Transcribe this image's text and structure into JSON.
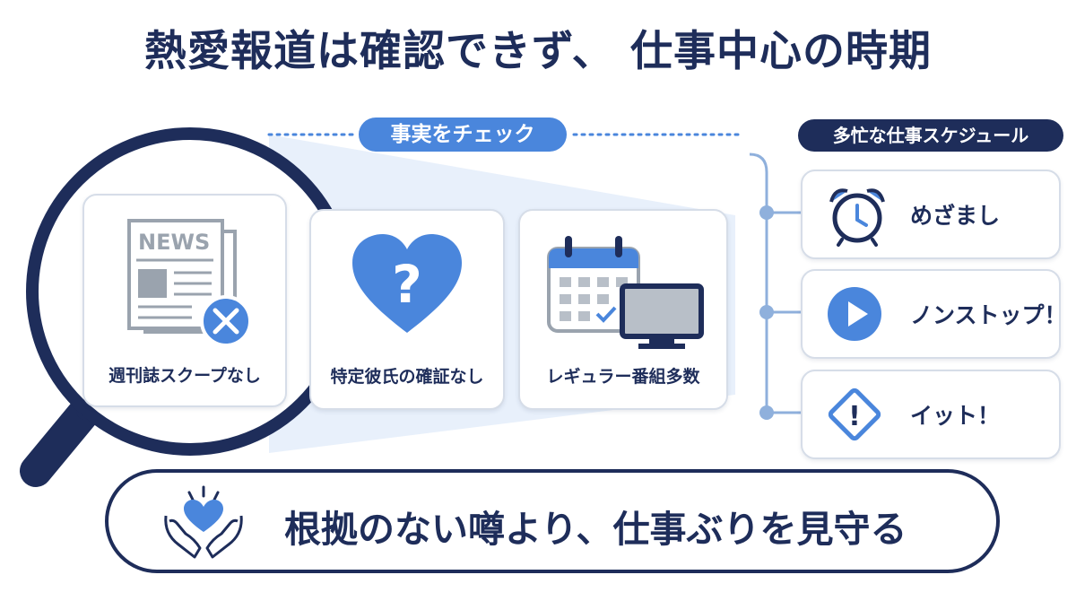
{
  "title": "熱愛報道は確認できず、 仕事中心の時期",
  "fact_check": {
    "label": "事実をチェック",
    "cards": [
      {
        "label": "週刊誌スクープなし",
        "icon": "newspaper-x-icon",
        "news_word": "NEWS"
      },
      {
        "label": "特定彼氏の確証なし",
        "icon": "heart-question-icon",
        "mark": "?"
      },
      {
        "label": "レギュラー番組多数",
        "icon": "calendar-tv-icon"
      }
    ]
  },
  "schedule": {
    "label": "多忙な仕事スケジュール",
    "items": [
      {
        "label": "めざまし",
        "icon": "alarm-clock-icon"
      },
      {
        "label": "ノンストップ！",
        "icon": "play-icon"
      },
      {
        "label": "イット！",
        "icon": "exclamation-diamond-icon",
        "mark": "!"
      }
    ]
  },
  "conclusion": {
    "text": "根拠のない噂より、仕事ぶりを見守る",
    "icon": "hands-heart-icon"
  },
  "colors": {
    "navy": "#1e2d5a",
    "blue": "#4a86dc",
    "light_blue": "#e6effb",
    "gray": "#9aa3ae"
  }
}
